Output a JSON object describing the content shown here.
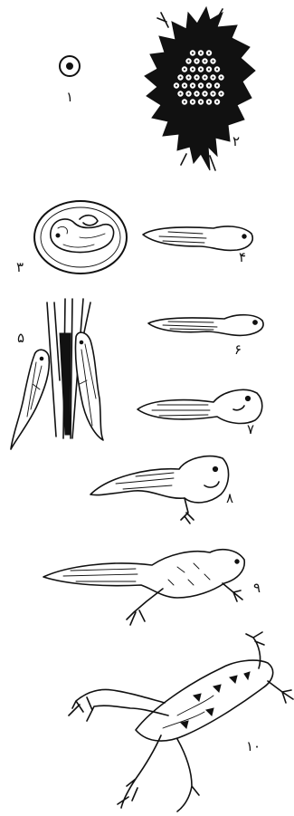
{
  "stages": [
    {
      "number": "1",
      "name": "egg-icon"
    },
    {
      "number": "2",
      "name": "egg-mass-icon"
    },
    {
      "number": "3",
      "name": "embryo-in-egg-icon"
    },
    {
      "number": "4",
      "name": "early-tadpole-icon"
    },
    {
      "number": "5",
      "name": "tadpoles-on-stem-icon"
    },
    {
      "number": "6",
      "name": "tadpole-icon"
    },
    {
      "number": "7",
      "name": "tadpole-round-head-icon"
    },
    {
      "number": "8",
      "name": "tadpole-hind-legs-icon"
    },
    {
      "number": "9",
      "name": "froglet-with-tail-icon"
    },
    {
      "number": "10",
      "name": "adult-frog-icon"
    }
  ],
  "labels": {
    "s1": "١",
    "s2": "٢",
    "s3": "٣",
    "s4": "۴",
    "s5": "۵",
    "s6": "۶",
    "s7": "٧",
    "s8": "٨",
    "s9": "٩",
    "s10": "١٠"
  }
}
